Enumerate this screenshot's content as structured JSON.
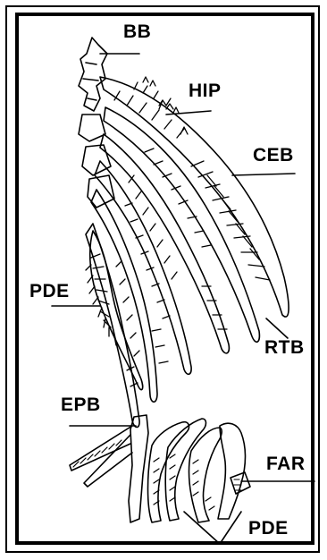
{
  "labels": {
    "bb": "BB",
    "hip": "HIP",
    "ceb": "CEB",
    "pde_left": "PDE",
    "rtb": "RTB",
    "epb": "EPB",
    "far": "FAR",
    "pde_bottom": "PDE"
  },
  "colors": {
    "ink": "#000000",
    "paper": "#ffffff"
  }
}
